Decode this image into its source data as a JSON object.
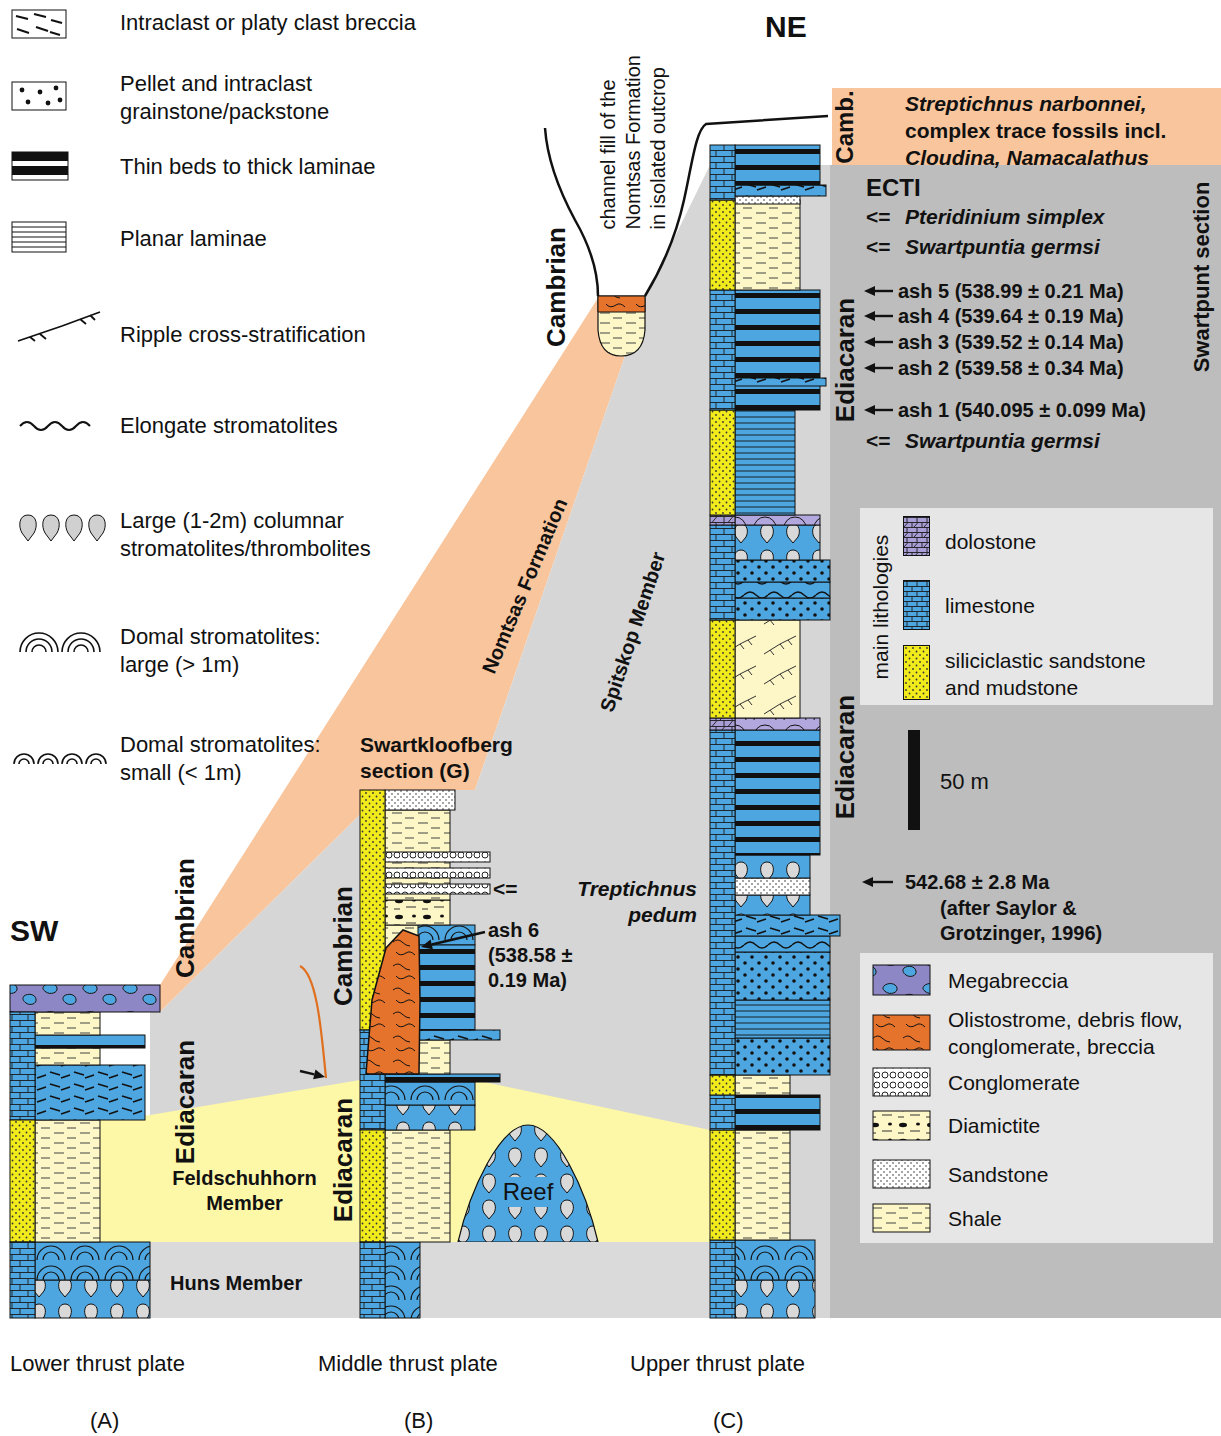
{
  "diagram": {
    "nodes": [
      {
        "text": [
          "Nomtsas Formation"
        ]
      },
      {
        "text": [
          "Spitskop Member"
        ]
      },
      {
        "text": [
          "Feldschuhhorn Member"
        ]
      },
      {
        "text": [
          "Huns Member"
        ]
      },
      {
        "text": [
          "Reef"
        ],
        "in": 2
      }
    ],
    "labels": [
      "SW",
      "NE",
      "Lower thrust plate",
      "Middle thrust plate",
      "Upper thrust plate",
      "(A)",
      "(B)",
      "(C)",
      "Cambrian",
      "Ediacaran",
      "Cambrian",
      "Ediacaran",
      "Swartkloofberg section (G)",
      "<=",
      "Treptichnus pedum",
      "ash 6 (538.58 ± 0.19 Ma)",
      "Cambrian",
      "channel fill of the Nomtsas Formation in isolated outcrop",
      "Camb.",
      "Streptichnus narbonnei,",
      "complex trace fossils incl.",
      "Cloudina, Namacalathus",
      "ECTI",
      "<=",
      "Pteridinium simplex",
      "<=",
      "Swartpuntia germsi",
      "ash 5 (538.99 ± 0.21 Ma)",
      "ash 4 (539.64 ± 0.19 Ma)",
      "ash 3 (539.52 ± 0.14 Ma)",
      "ash 2 (539.58 ± 0.34 Ma)",
      "ash 1 (540.095 ± 0.099 Ma)",
      "<=",
      "Swartpuntia germsi",
      "Ediacaran",
      "Swartpunt section",
      "Ediacaran",
      "main lithologies",
      "50 m",
      "542.68 ± 2.8 Ma",
      "(after Saylor & Grotzinger, 1996)"
    ],
    "legend": [
      {
        "text": "Intraclast or platy clast breccia"
      },
      {
        "text": "Pellet and intraclast grainstone/packstone"
      },
      {
        "text": "Thin beds to thick laminae"
      },
      {
        "text": "Planar laminae"
      },
      {
        "text": "Ripple cross-stratification"
      },
      {
        "text": "Elongate stromatolites"
      },
      {
        "text": "Large (1-2m) columnar stromatolites/thrombolites"
      },
      {
        "text": "Domal stromatolites: large (> 1m)"
      },
      {
        "text": "Domal stromatolites: small (< 1m)"
      },
      {
        "text": "dolostone",
        "color": "#a99fd6"
      },
      {
        "text": "limestone",
        "color": "#4da6e0"
      },
      {
        "text": "siliciclastic sandstone and mudstone",
        "color": "#f2eb1c"
      },
      {
        "text": "Megabreccia"
      },
      {
        "text": "Olistostrome, debris flow, conglomerate, breccia"
      },
      {
        "text": "Conglomerate"
      },
      {
        "text": "Diamictite"
      },
      {
        "text": "Sandstone"
      },
      {
        "text": "Shale"
      }
    ]
  }
}
